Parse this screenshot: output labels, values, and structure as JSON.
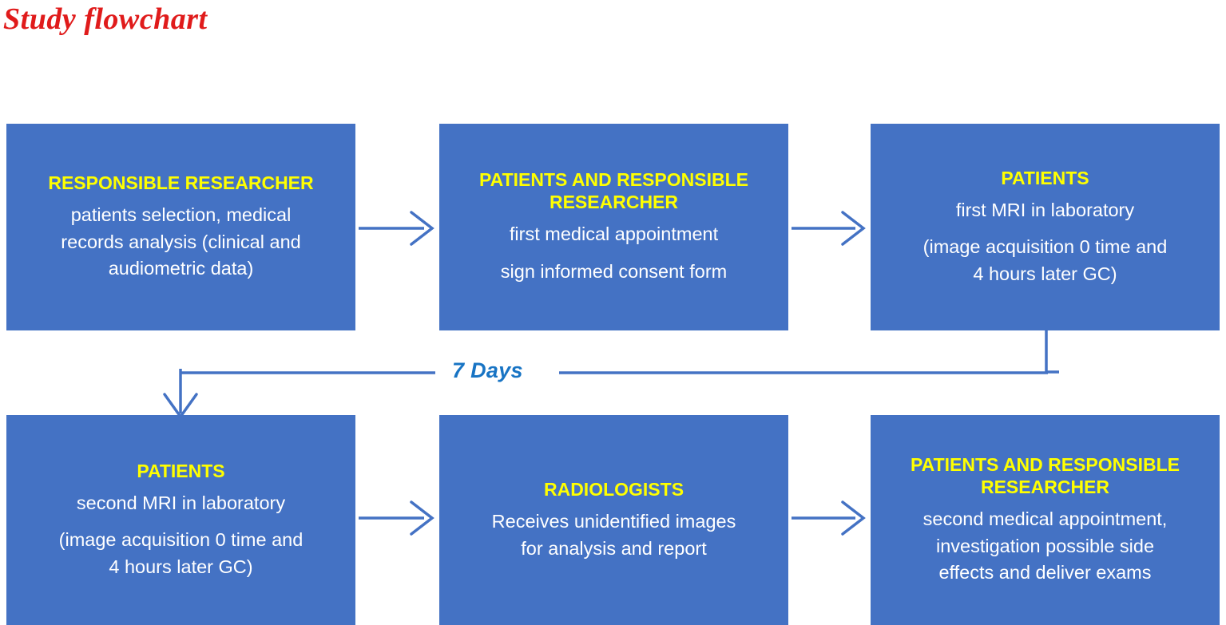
{
  "title": "Study flowchart",
  "colors": {
    "box_fill": "#4472C4",
    "heading_text": "#FFFF00",
    "body_text": "#FFFFFF",
    "title_text": "#E01B1B",
    "connector": "#4472C4",
    "label_text": "#1874C4",
    "background": "#FFFFFF"
  },
  "boxes": [
    {
      "id": "box-1",
      "heading": "RESPONSIBLE RESEARCHER",
      "body": [
        "patients selection, medical",
        "records analysis (clinical and",
        "audiometric data)"
      ]
    },
    {
      "id": "box-2",
      "heading": "PATIENTS AND RESPONSIBLE RESEARCHER",
      "body": [
        "first medical appointment",
        "sign informed consent form"
      ]
    },
    {
      "id": "box-3",
      "heading": "PATIENTS",
      "body": [
        "first  MRI in laboratory",
        "(image acquisition 0 time and",
        "4 hours later GC)"
      ]
    },
    {
      "id": "box-4",
      "heading": "PATIENTS",
      "body": [
        "second  MRI in laboratory",
        "(image acquisition 0 time and",
        "4 hours later GC)"
      ]
    },
    {
      "id": "box-5",
      "heading": "RADIOLOGISTS",
      "body": [
        "Receives unidentified images",
        "for analysis and report"
      ]
    },
    {
      "id": "box-6",
      "heading": "PATIENTS AND RESPONSIBLE RESEARCHER",
      "body": [
        "second medical appointment,",
        "investigation possible side",
        "effects and deliver exams"
      ]
    }
  ],
  "connector_label": {
    "text": "7 Days"
  },
  "icons": {
    "arrow_right": "arrow-right-icon",
    "arrow_down": "arrow-down-icon",
    "elbow": "elbow-connector-icon"
  }
}
